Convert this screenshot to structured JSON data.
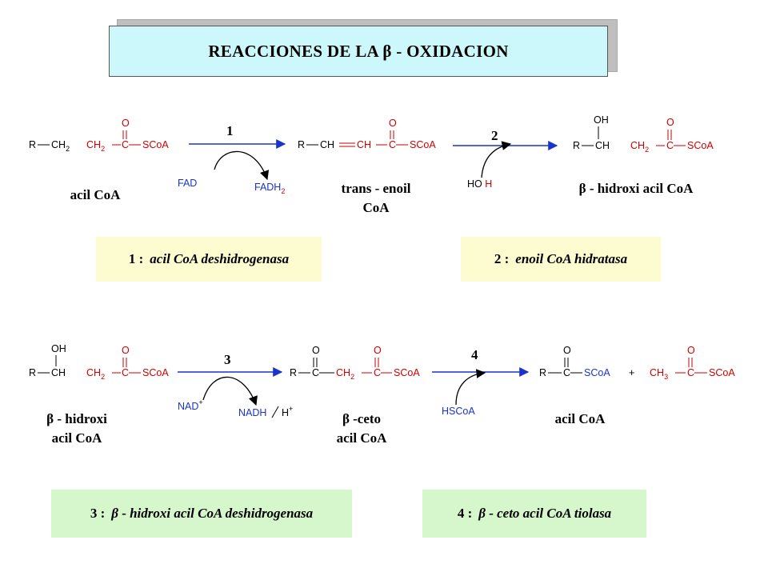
{
  "title": "REACCIONES  DE  LA  β - OXIDACION",
  "colors": {
    "title_bg": "#ccf7fb",
    "enzyme_bg": "#fdfbd0",
    "enzyme_bg_bottom": "#d6f7cc",
    "arrow": "#1a33cc",
    "chem_red": "#cc0000"
  },
  "reaction1": {
    "step": "1",
    "substrate_label": "acil CoA",
    "product_label_line1": "trans - enoil",
    "product_label_line2": "CoA",
    "cofactor_in": "FAD",
    "cofactor_out": "FADH2",
    "enzyme_num": "1 :",
    "enzyme_name": "acil CoA deshidrogenasa"
  },
  "reaction2": {
    "step": "2",
    "product_label": "β - hidroxi acil CoA",
    "reagent": "HO  H",
    "enzyme_num": "2 :",
    "enzyme_name": "enoil CoA hidratasa"
  },
  "reaction3": {
    "step": "3",
    "substrate_label_line1": "β - hidroxi",
    "substrate_label_line2": "acil CoA",
    "product_label_line1": "β -ceto",
    "product_label_line2": "acil CoA",
    "cofactor_in": "NAD+",
    "cofactor_out": "NADH / H+",
    "enzyme_num": "3 :",
    "enzyme_name": "β - hidroxi acil CoA deshidrogenasa"
  },
  "reaction4": {
    "step": "4",
    "product_label": "acil CoA",
    "reagent": "HSCoA",
    "plus": "+",
    "enzyme_num": "4 :",
    "enzyme_name": "β - ceto acil CoA tiolasa"
  },
  "chem": {
    "R": "R",
    "CH": "CH",
    "CH2": "CH2",
    "CH3": "CH3",
    "C": "C",
    "O": "O",
    "OH": "OH",
    "SCoA": "SCoA"
  }
}
